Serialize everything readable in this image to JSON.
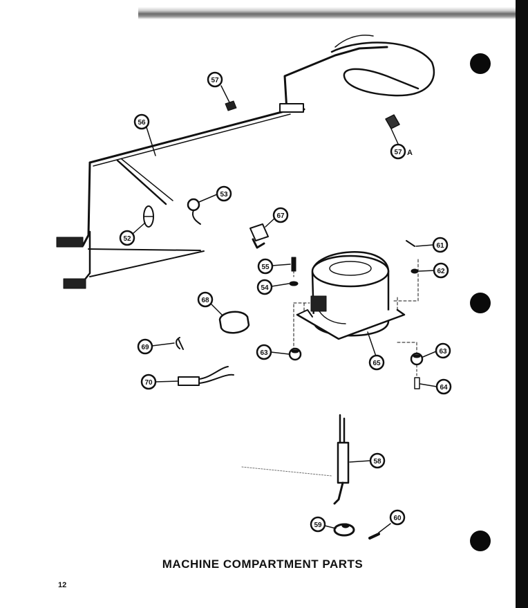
{
  "caption": "MACHINE COMPARTMENT PARTS",
  "page_number": "12",
  "callouts": [
    {
      "id": "c57",
      "label": "57"
    },
    {
      "id": "c56",
      "label": "56"
    },
    {
      "id": "c57a",
      "label": "57",
      "suffix": "A"
    },
    {
      "id": "c53",
      "label": "53"
    },
    {
      "id": "c52",
      "label": "52"
    },
    {
      "id": "c67",
      "label": "67"
    },
    {
      "id": "c61",
      "label": "61"
    },
    {
      "id": "c55",
      "label": "55"
    },
    {
      "id": "c62",
      "label": "62"
    },
    {
      "id": "c54",
      "label": "54"
    },
    {
      "id": "c68",
      "label": "68"
    },
    {
      "id": "c69",
      "label": "69"
    },
    {
      "id": "c63a",
      "label": "63"
    },
    {
      "id": "c65",
      "label": "65"
    },
    {
      "id": "c63b",
      "label": "63"
    },
    {
      "id": "c70",
      "label": "70"
    },
    {
      "id": "c64",
      "label": "64"
    },
    {
      "id": "c58",
      "label": "58"
    },
    {
      "id": "c59",
      "label": "59"
    },
    {
      "id": "c60",
      "label": "60"
    }
  ],
  "colors": {
    "ink": "#111111",
    "paper": "#ffffff",
    "edge": "#0d0d0d"
  }
}
